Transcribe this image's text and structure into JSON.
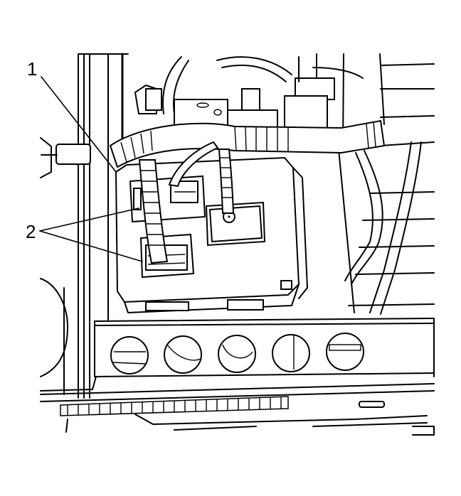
{
  "figure": {
    "type": "service-manual line illustration",
    "subject": "electronic module with wiring harness connectors mounted in vehicle bay",
    "colors": {
      "line": "#000000",
      "background": "#ffffff"
    },
    "callouts": [
      {
        "id": "1",
        "label": "1",
        "target": "module mounting bracket / fastener"
      },
      {
        "id": "2",
        "label": "2",
        "target": "module harness connectors (2)"
      }
    ],
    "inspection_holes": 5
  }
}
